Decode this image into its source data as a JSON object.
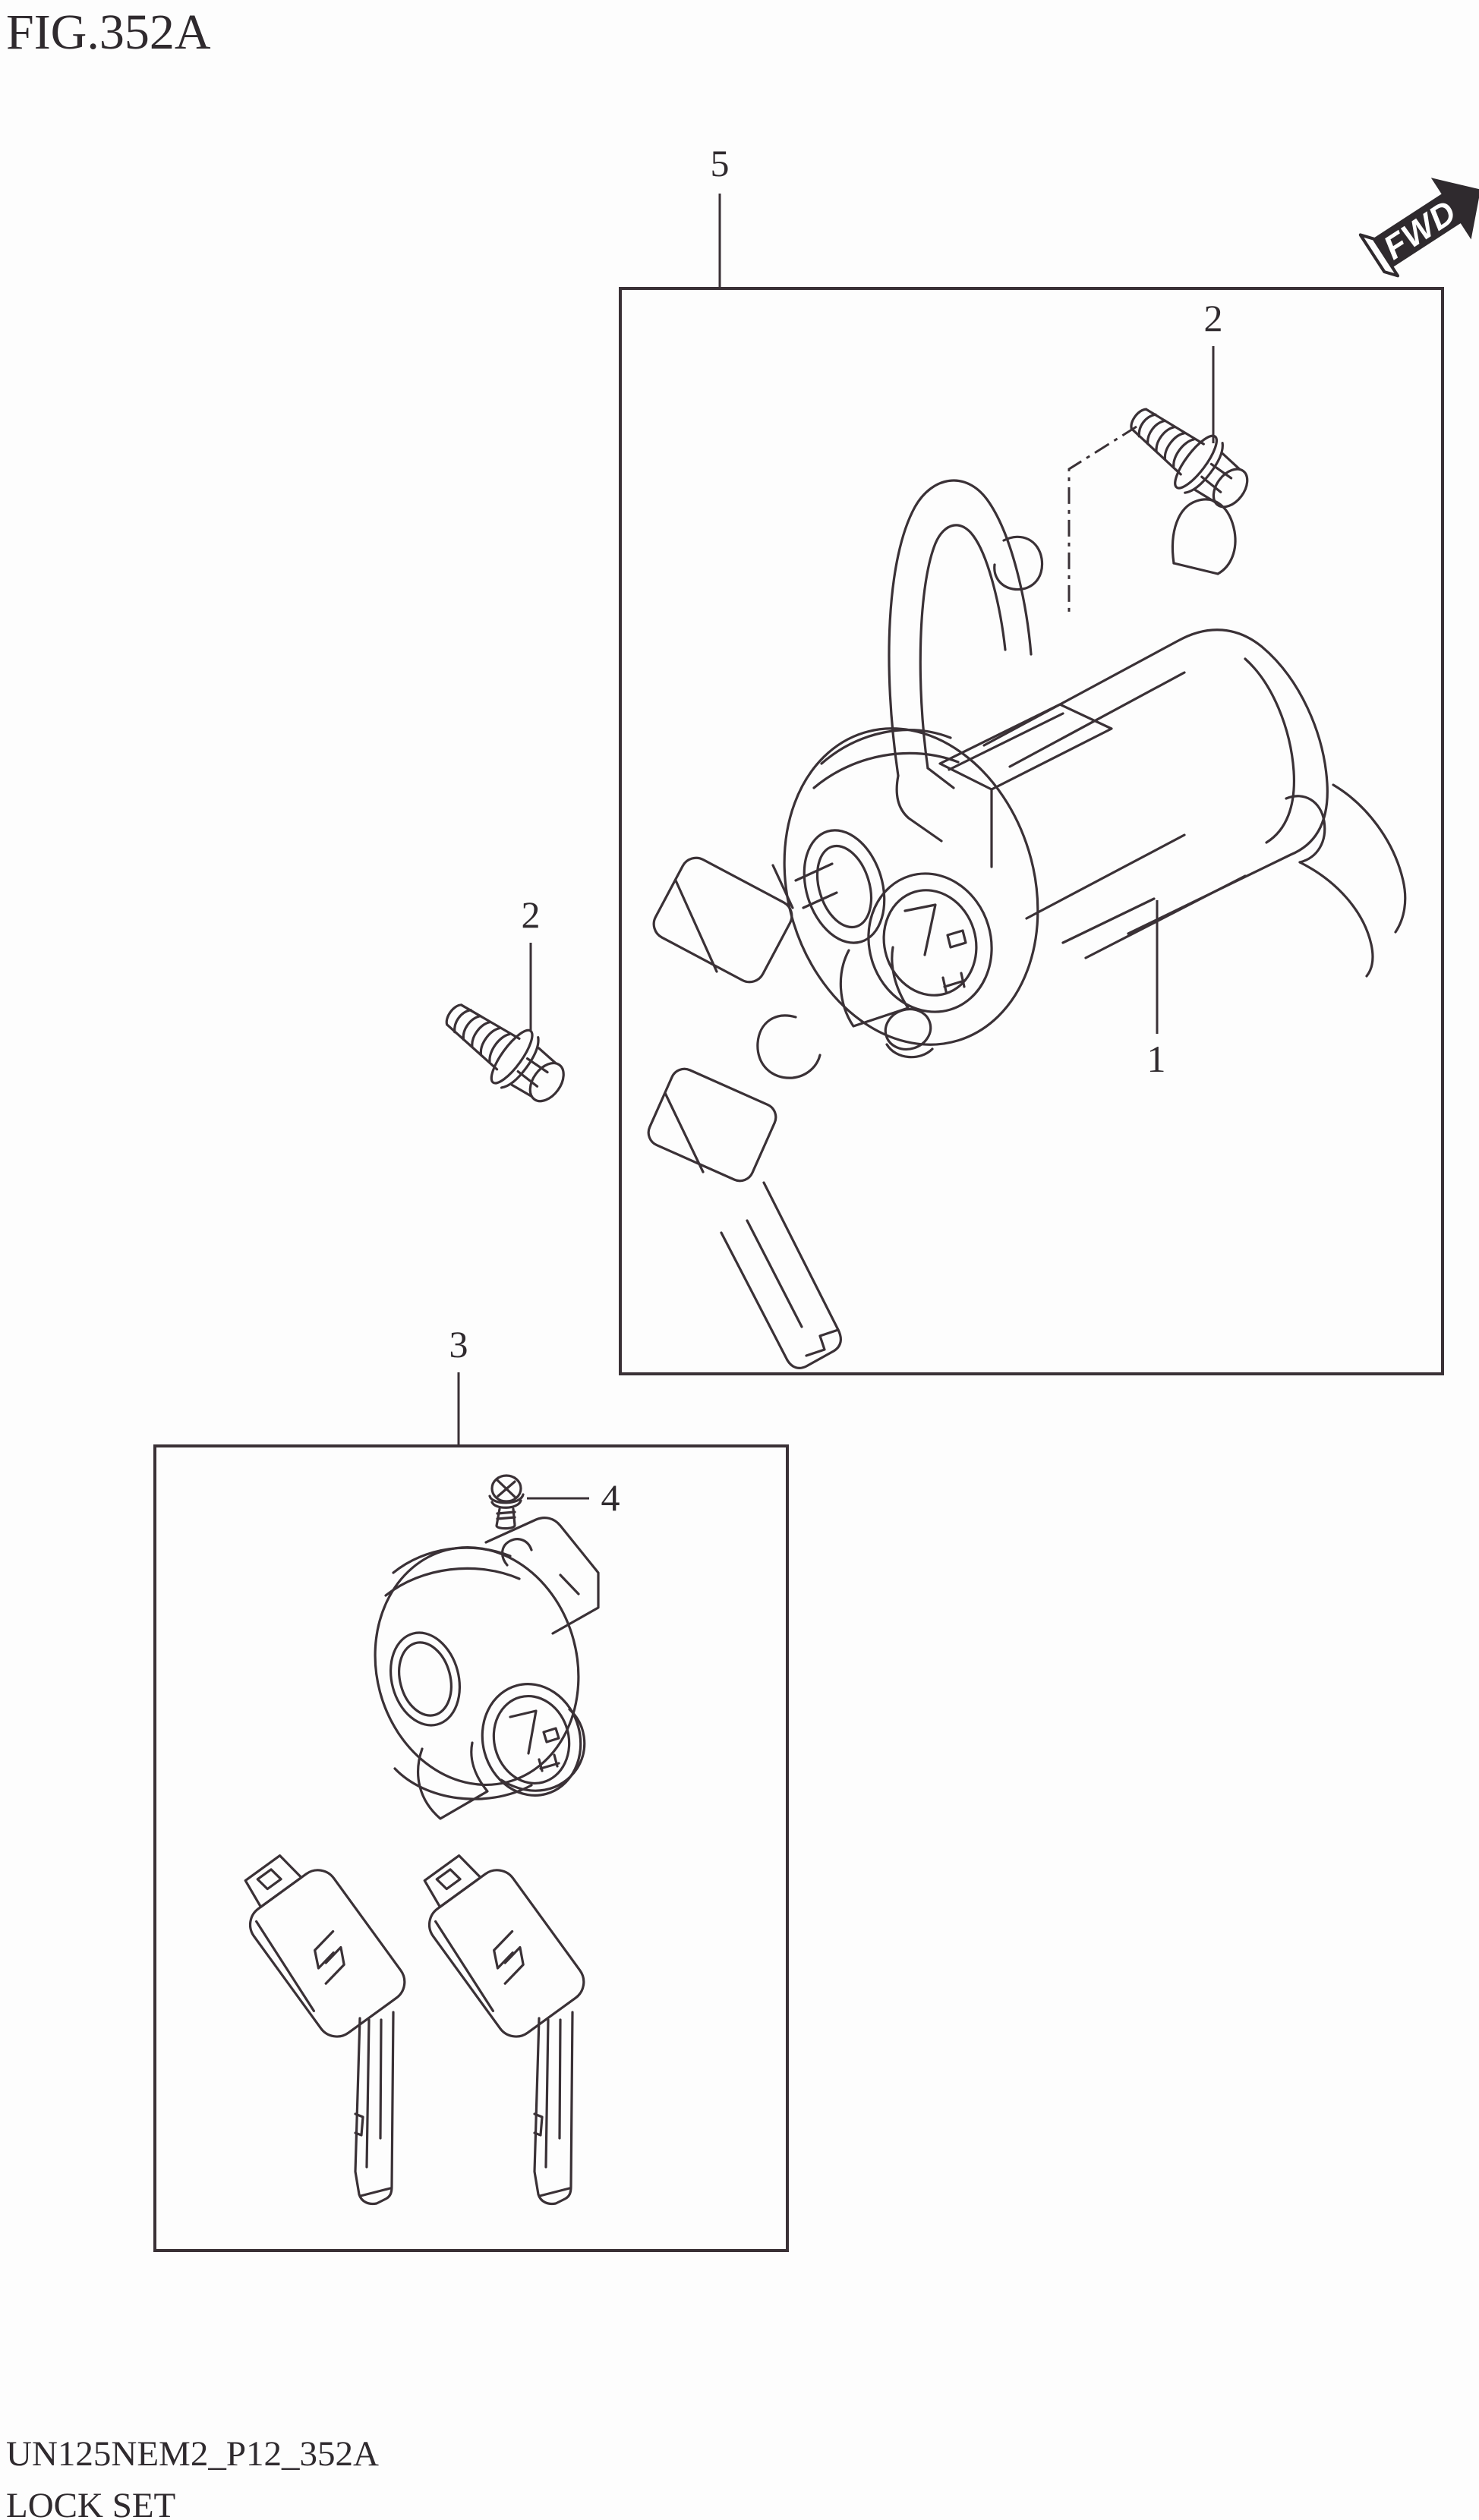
{
  "page": {
    "background": "#fdfdfd",
    "line_color": "#3a3136",
    "text_color": "#2f2a2e"
  },
  "header": {
    "figure_title": "FIG.352A"
  },
  "direction_indicator": {
    "label": "FWD"
  },
  "callouts": {
    "part5": {
      "label": "5"
    },
    "part2_upper": {
      "label": "2"
    },
    "part2_left": {
      "label": "2"
    },
    "part1": {
      "label": "1"
    },
    "part3": {
      "label": "3"
    },
    "part4": {
      "label": "4"
    }
  },
  "footer": {
    "drawing_code": "UN125NEM2_P12_352A",
    "figure_caption": "LOCK SET"
  }
}
